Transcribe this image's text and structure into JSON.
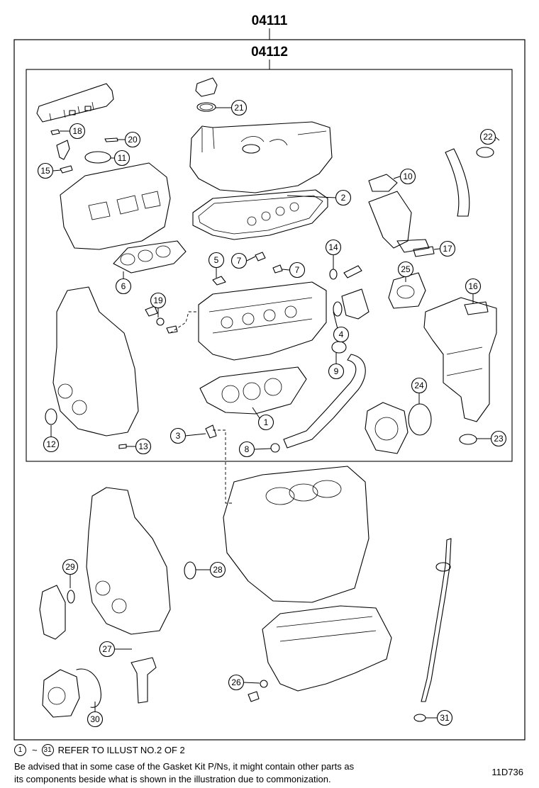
{
  "kits": {
    "outer_code": "04111",
    "inner_code": "04112"
  },
  "callouts": [
    {
      "num": "1"
    },
    {
      "num": "2"
    },
    {
      "num": "3"
    },
    {
      "num": "4"
    },
    {
      "num": "5"
    },
    {
      "num": "6"
    },
    {
      "num": "7"
    },
    {
      "num": "7"
    },
    {
      "num": "8"
    },
    {
      "num": "9"
    },
    {
      "num": "10"
    },
    {
      "num": "11"
    },
    {
      "num": "12"
    },
    {
      "num": "13"
    },
    {
      "num": "14"
    },
    {
      "num": "15"
    },
    {
      "num": "16"
    },
    {
      "num": "17"
    },
    {
      "num": "18"
    },
    {
      "num": "19"
    },
    {
      "num": "20"
    },
    {
      "num": "21"
    },
    {
      "num": "22"
    },
    {
      "num": "23"
    },
    {
      "num": "24"
    },
    {
      "num": "25"
    },
    {
      "num": "26"
    },
    {
      "num": "27"
    },
    {
      "num": "28"
    },
    {
      "num": "29"
    },
    {
      "num": "30"
    },
    {
      "num": "31"
    }
  ],
  "note": {
    "ref_start": "1",
    "ref_tilde": "~",
    "ref_end": "31",
    "ref_text": "REFER TO ILLUST NO.2 OF 2",
    "line1": "Be advised that in some case of the Gasket Kit P/Ns,  it might contain other parts as",
    "line2": "its components beside what is shown in the illustration due to commonization."
  },
  "illustration_id": "11D736"
}
